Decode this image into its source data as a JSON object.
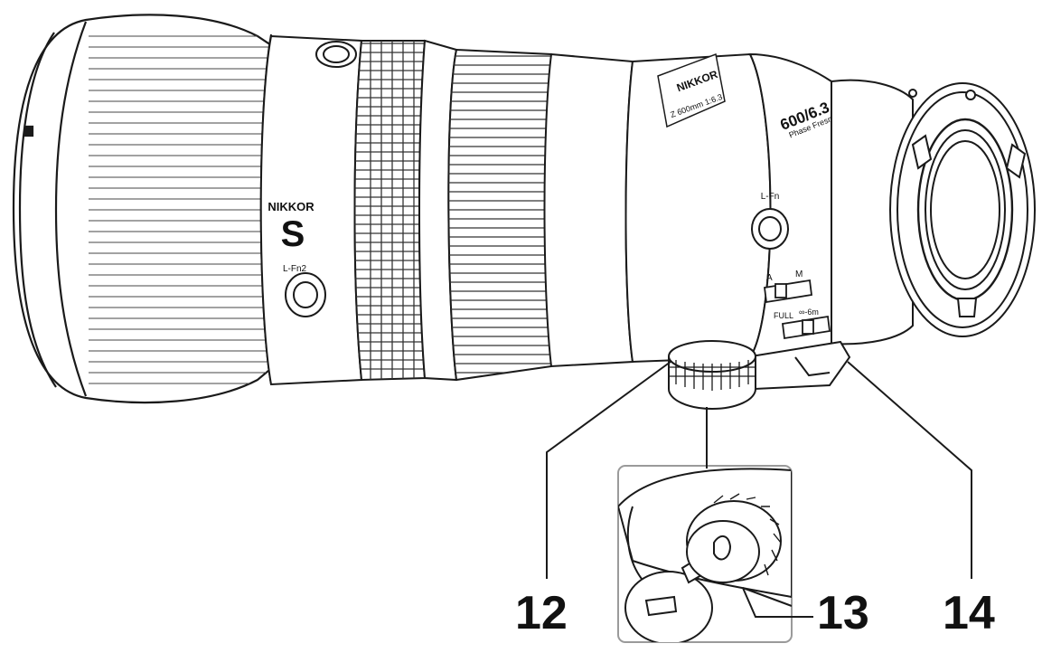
{
  "lens": {
    "brand": "NIKKOR",
    "series_mark": "S",
    "button_l_fn2": "L-Fn2",
    "button_l_fn": "L-Fn",
    "focal_label": "600/6.3",
    "focal_sub": "Phase Fresnel",
    "nameplate": "NIKKOR",
    "nameplate_sub": "Z 600mm 1:6.3",
    "switch_af_mf_a": "A",
    "switch_af_mf_m": "M",
    "switch_limit_full": "FULL",
    "switch_limit_inf": "∞-6m"
  },
  "callouts": {
    "c12": "12",
    "c13": "13",
    "c14": "14"
  },
  "colors": {
    "line": "#1a1a1a",
    "fill": "#ffffff",
    "inset_frame": "#9a9a9a"
  }
}
